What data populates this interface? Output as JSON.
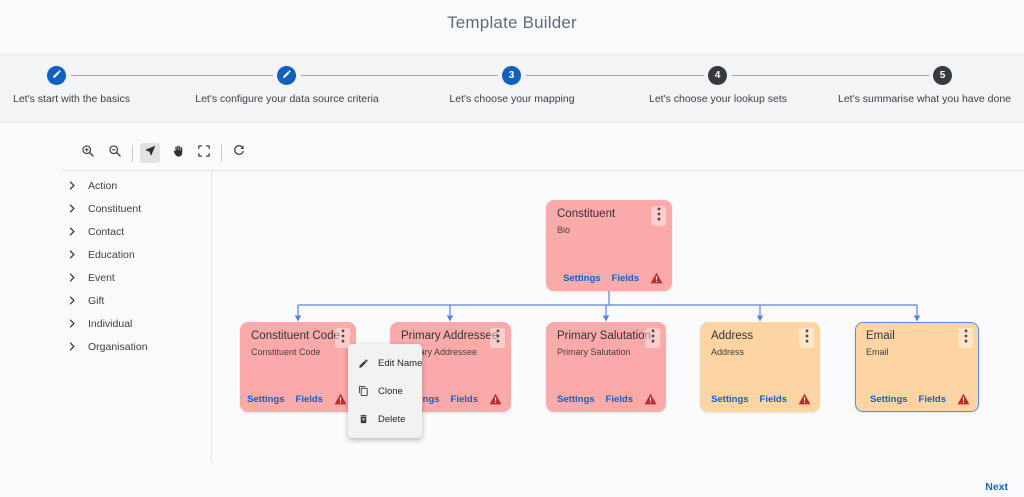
{
  "title": "Template Builder",
  "stepper": {
    "steps": [
      {
        "label": "Let's start with the basics",
        "status": "completed",
        "icon": "edit-pencil"
      },
      {
        "label": "Let's configure your data source criteria",
        "status": "completed",
        "icon": "edit-pencil"
      },
      {
        "number": "3",
        "label": "Let's choose your mapping",
        "status": "active"
      },
      {
        "number": "4",
        "label": "Let's choose your lookup sets",
        "status": "upcoming"
      },
      {
        "number": "5",
        "label": "Let's summarise what you have done",
        "status": "upcoming"
      }
    ]
  },
  "toolbar": {
    "tools": [
      "zoom-in",
      "zoom-out",
      "select-cursor",
      "pan-hand",
      "fit-view",
      "refresh"
    ],
    "active_tool": "select-cursor"
  },
  "sidebar": {
    "items": [
      "Action",
      "Constituent",
      "Contact",
      "Education",
      "Event",
      "Gift",
      "Individual",
      "Organisation"
    ]
  },
  "canvas": {
    "node_links": {
      "settings": "Settings",
      "fields": "Fields"
    },
    "nodes": [
      {
        "title": "Constituent",
        "subtitle": "Bio",
        "variant": "red",
        "selected": false,
        "has_warning": true
      },
      {
        "title": "Constituent Code",
        "subtitle": "Constituent Code",
        "variant": "red",
        "selected": false,
        "has_warning": true
      },
      {
        "title": "Primary Addressee",
        "subtitle": "Primary Addressee",
        "variant": "red",
        "selected": false,
        "has_warning": true
      },
      {
        "title": "Primary Salutation",
        "subtitle": "Primary Salutation",
        "variant": "red",
        "selected": false,
        "has_warning": true
      },
      {
        "title": "Address",
        "subtitle": "Address",
        "variant": "amber",
        "selected": false,
        "has_warning": true
      },
      {
        "title": "Email",
        "subtitle": "Email",
        "variant": "amber",
        "selected": true,
        "has_warning": true
      }
    ],
    "edges": [
      {
        "from": "Constituent",
        "to": "Constituent Code"
      },
      {
        "from": "Constituent",
        "to": "Primary Addressee"
      },
      {
        "from": "Constituent",
        "to": "Primary Salutation"
      },
      {
        "from": "Constituent",
        "to": "Address"
      },
      {
        "from": "Constituent",
        "to": "Email"
      }
    ]
  },
  "context_menu": {
    "items": [
      {
        "icon": "edit-pencil",
        "label": "Edit Name"
      },
      {
        "icon": "clone",
        "label": "Clone"
      },
      {
        "icon": "delete",
        "label": "Delete"
      }
    ]
  },
  "footer": {
    "next_label": "Next"
  },
  "colors": {
    "node_red": "#fbaaaa",
    "node_amber": "#fdd5a2",
    "selected_border": "#5b8bea",
    "link_blue": "#1460c4",
    "connector_blue": "#5c83de",
    "step_blue": "#1260be",
    "step_dark": "#36393d",
    "warning_red": "#bf2a2a"
  }
}
